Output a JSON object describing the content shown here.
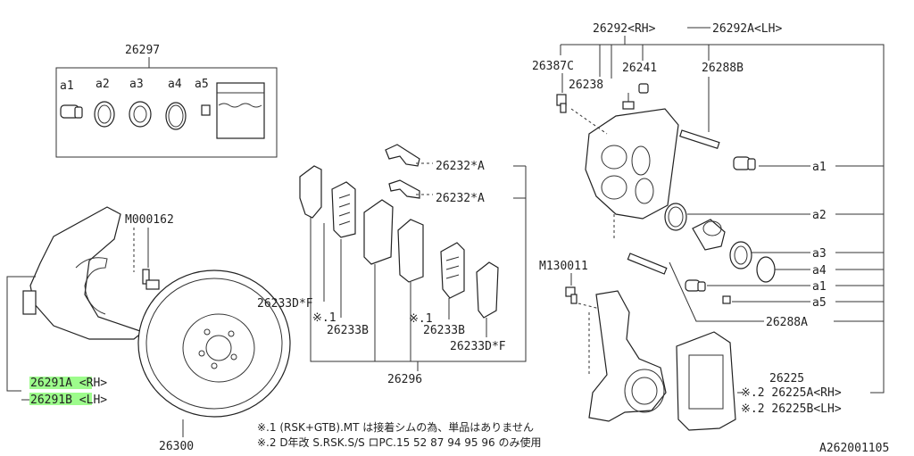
{
  "labels": {
    "kit": "26297",
    "a1_kit": "a1",
    "a2_kit": "a2",
    "a3_kit": "a3",
    "a4_kit": "a4",
    "a5_kit": "a5",
    "m000162": "M000162",
    "rh_cover": "26291A <RH>",
    "lh_cover": "26291B <LH>",
    "rotor": "26300",
    "clip1": "26232*A",
    "clip2": "26232*A",
    "shim_df_left": "26233D*F",
    "note1_left": "※.1",
    "shim_b_left": "26233B",
    "note1_mid": "※.1",
    "shim_b_mid": "26233B",
    "shim_df_right": "26233D*F",
    "pad_set": "26296",
    "caliper_rh": "26292<RH>",
    "caliper_lh": "26292A<LH>",
    "bolt_26387c": "26387C",
    "cap_26241": "26241",
    "bleeder_26238": "26238",
    "pin_26288b": "26288B",
    "a1_right": "a1",
    "a2_right": "a2",
    "a3_right": "a3",
    "a4_right": "a4",
    "a1_right2": "a1",
    "a5_right": "a5",
    "pin_26288a": "26288A",
    "m130011": "M130011",
    "support_26225": "26225",
    "support_rh": "※.2 26225A<RH>",
    "support_lh": "※.2 26225B<LH>",
    "note_line1": "※.1 (RSK+GTB).MT は接着シムの為、単品はありません",
    "note_line2": "※.2 D年改 S.RSK.S/S ロPC.15 52 87 94 95 96 のみ使用",
    "figure_code": "A262001105"
  },
  "colors": {
    "highlight": "#9dfc8c",
    "line": "#333333"
  }
}
